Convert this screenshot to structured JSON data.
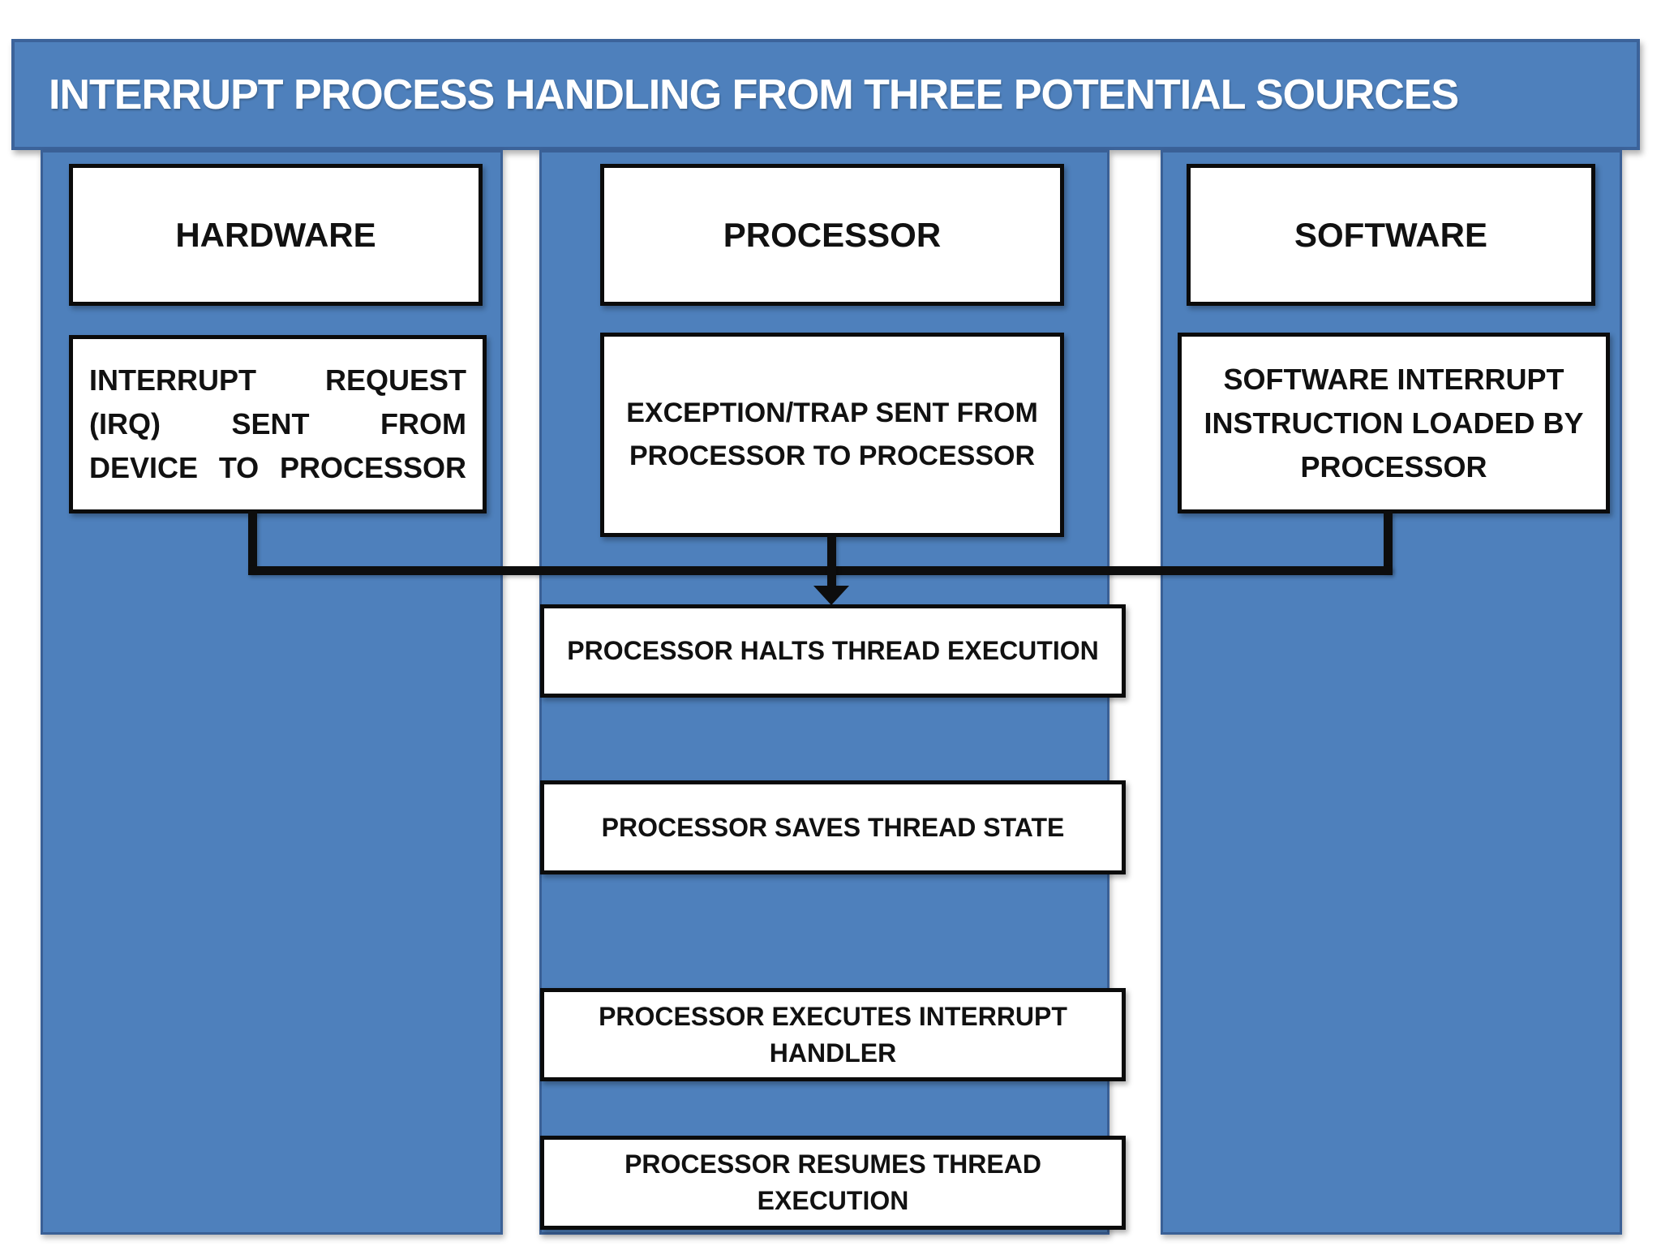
{
  "title": "INTERRUPT PROCESS HANDLING FROM THREE POTENTIAL SOURCES",
  "columns": [
    {
      "header": "HARDWARE",
      "source_box": "INTERRUPT REQUEST\n(IRQ) SENT FROM\nDEVICE TO PROCESSOR"
    },
    {
      "header": "PROCESSOR",
      "source_box": "EXCEPTION/TRAP SENT FROM\nPROCESSOR TO PROCESSOR"
    },
    {
      "header": "SOFTWARE",
      "source_box": "SOFTWARE INTERRUPT\nINSTRUCTION LOADED BY\nPROCESSOR"
    }
  ],
  "flow_steps": [
    "PROCESSOR HALTS THREAD EXECUTION",
    "PROCESSOR SAVES THREAD STATE",
    "PROCESSOR EXECUTES INTERRUPT\nHANDLER",
    "PROCESSOR RESUMES THREAD\nEXECUTION"
  ],
  "colors": {
    "panel_blue": "#4e80bc",
    "panel_border_blue": "#3a6096",
    "banner_border_blue": "#3c639a",
    "box_border": "#0b0b0b",
    "connector": "#0d0d0d",
    "title_text": "#ffffff",
    "body_text": "#111111",
    "background": "#ffffff"
  }
}
